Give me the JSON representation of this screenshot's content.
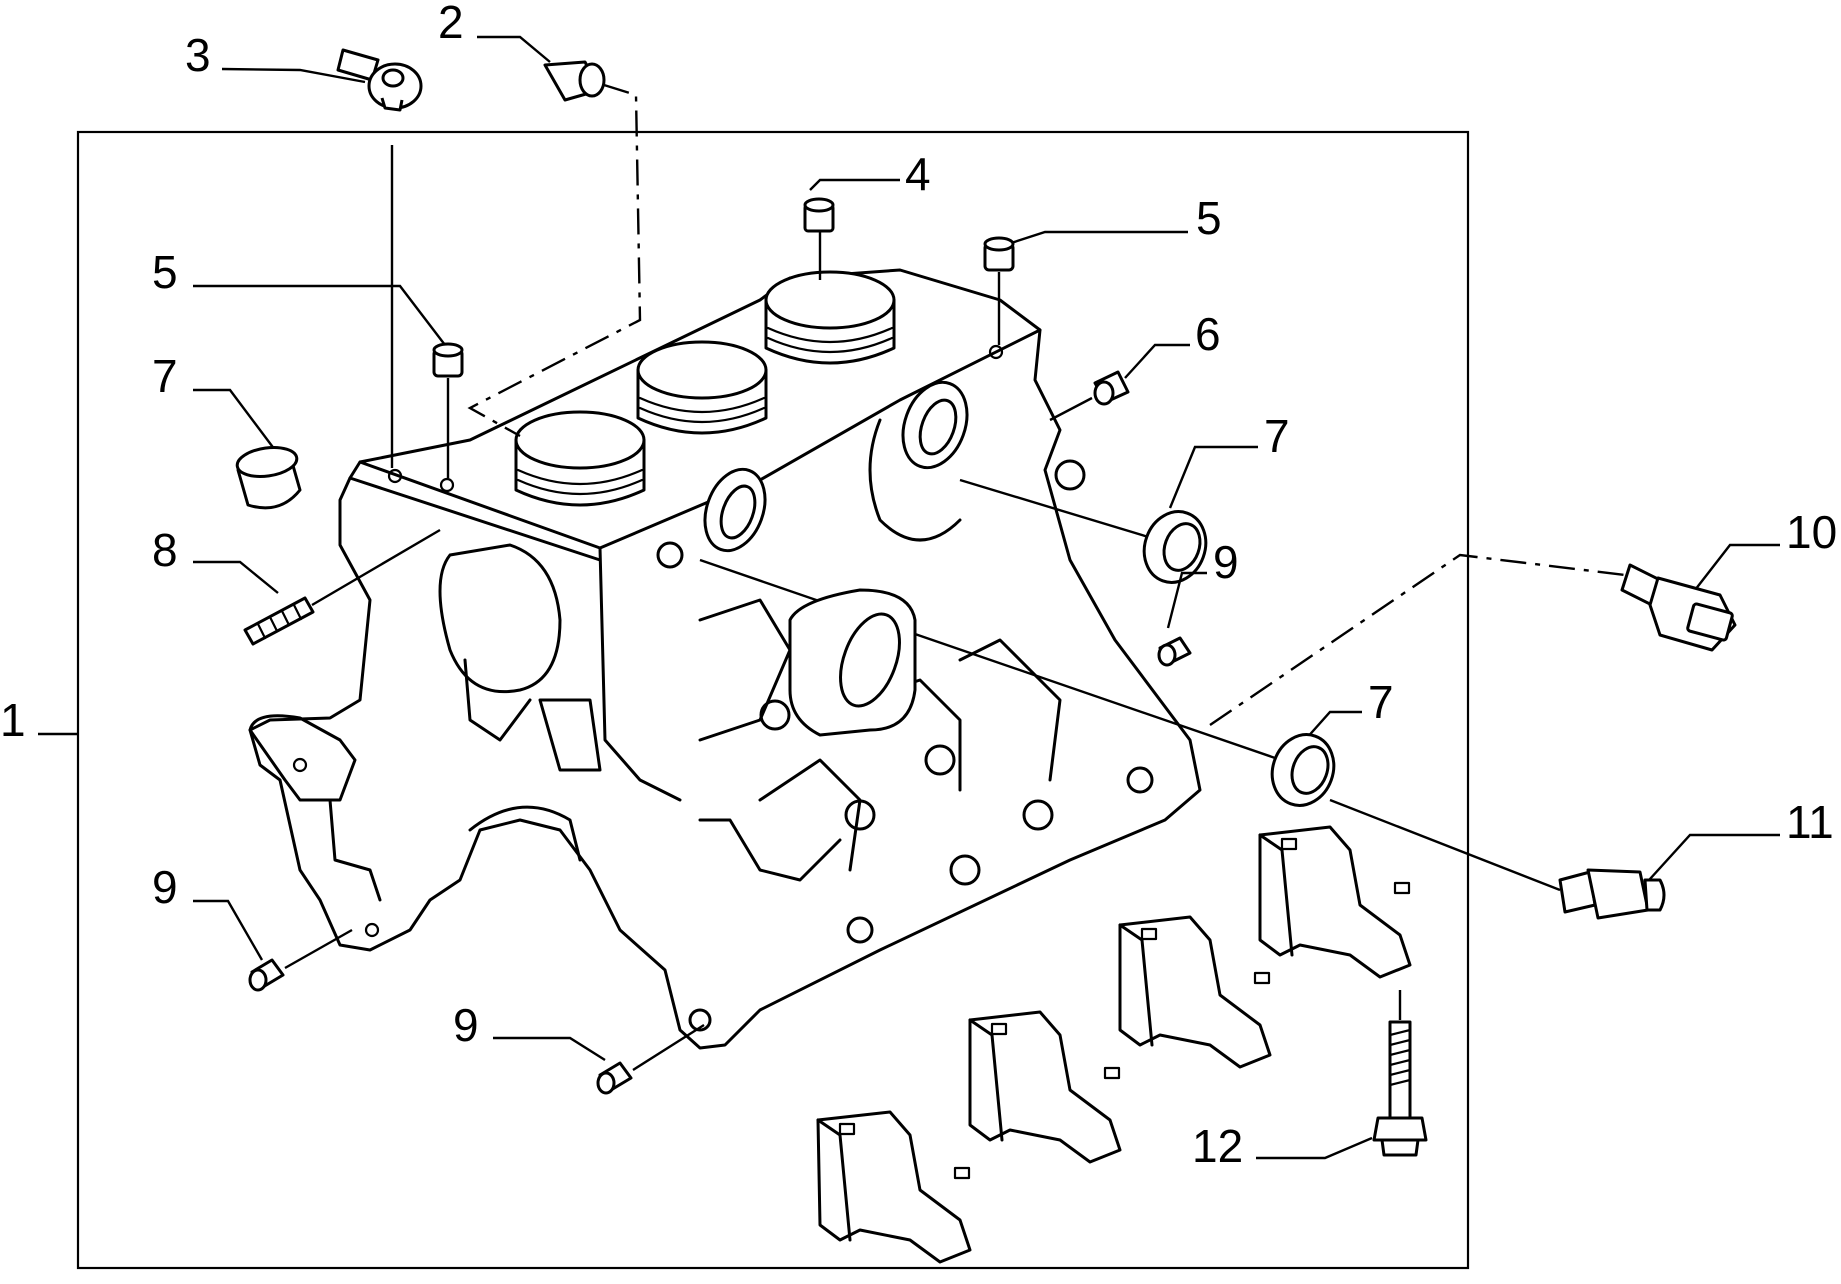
{
  "callouts": {
    "c1": "1",
    "c2": "2",
    "c3": "3",
    "c4": "4",
    "c5a": "5",
    "c5b": "5",
    "c6": "6",
    "c7a": "7",
    "c7b": "7",
    "c7c": "7",
    "c8": "8",
    "c9a": "9",
    "c9b": "9",
    "c9c": "9",
    "c10": "10",
    "c11": "11",
    "c12": "12"
  }
}
